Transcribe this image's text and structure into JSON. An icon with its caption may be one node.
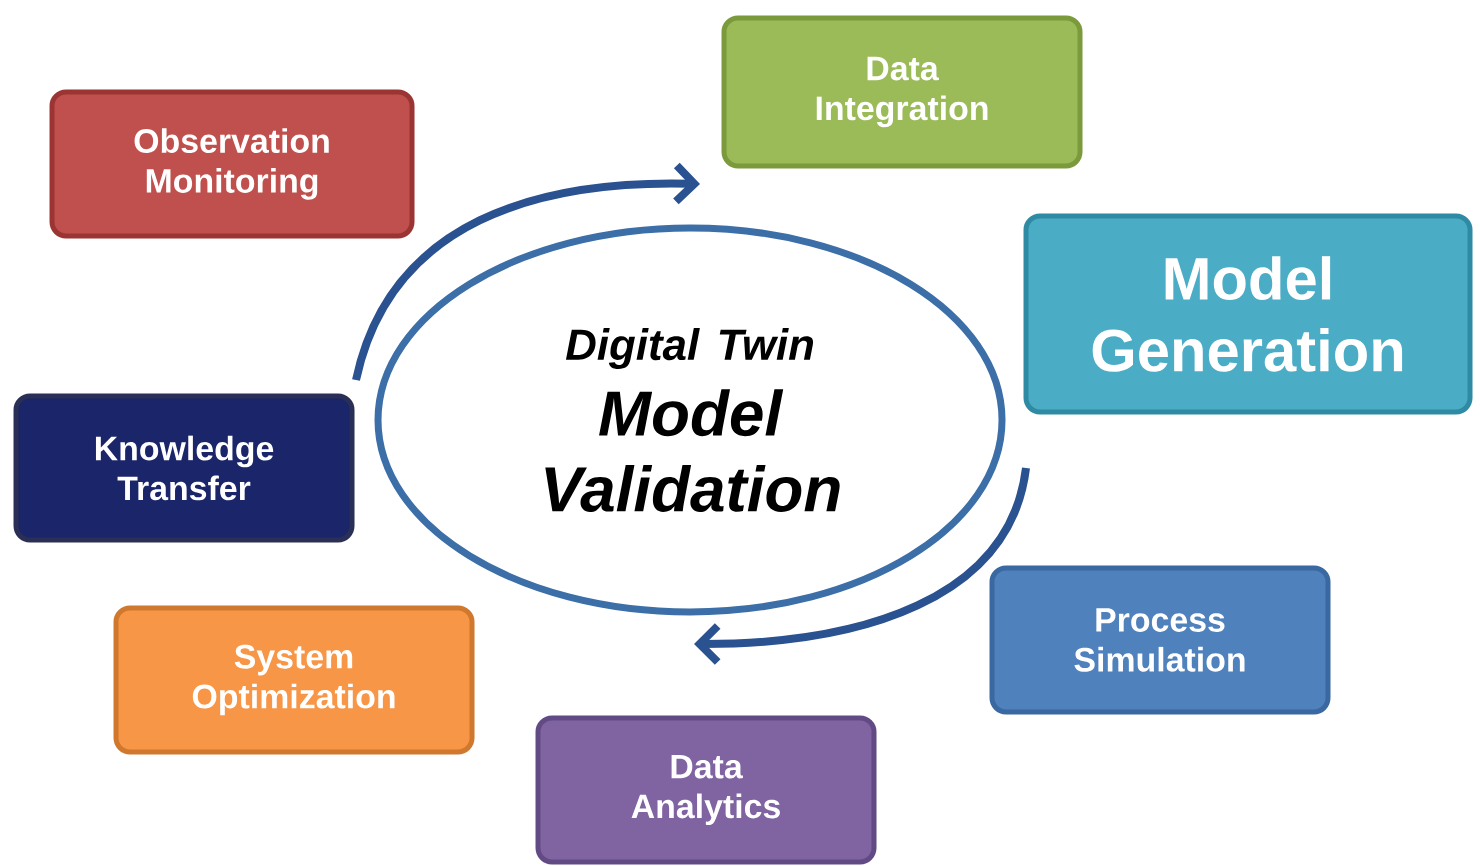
{
  "diagram": {
    "nodes": [
      {
        "text": [
          "Data Integration"
        ]
      },
      {
        "text": [
          "Observation Monitoring"
        ]
      },
      {
        "text": [
          "Model Generation"
        ]
      },
      {
        "text": [
          "Digital Twin",
          "Model Validation"
        ]
      },
      {
        "text": [
          "Knowledge Transfer"
        ]
      },
      {
        "text": [
          "Process Simulation"
        ]
      },
      {
        "text": [
          "System Optimization"
        ]
      },
      {
        "text": [
          "Data Analytics"
        ]
      }
    ]
  }
}
